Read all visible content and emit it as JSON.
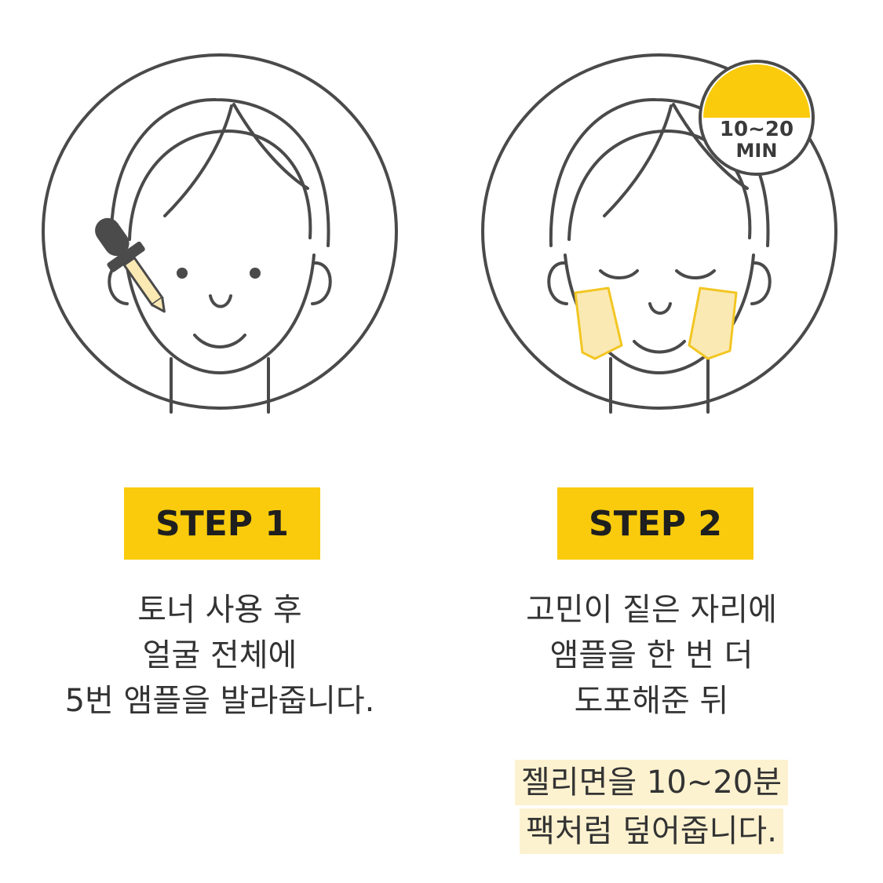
{
  "colors": {
    "accent": "#f9cb0c",
    "highlight": "#fdf2d0",
    "patch_fill": "#fbe9b4",
    "patch_stroke": "#f2c622",
    "line": "#4a4a4a",
    "dropper_dark": "#4b4b4b"
  },
  "step1": {
    "badge": "STEP 1",
    "lines": [
      "토너 사용 후",
      "얼굴 전체에",
      "5번 앰플을 발라줍니다."
    ]
  },
  "step2": {
    "badge": "STEP 2",
    "timer_value": "10~20",
    "timer_unit": "MIN",
    "lines": [
      "고민이 짙은 자리에",
      "앰플을 한 번 더",
      "도포해준 뒤"
    ],
    "highlight_lines": [
      "젤리면을 10~20분",
      "팩처럼 덮어줍니다."
    ]
  },
  "icons": [
    "face-with-dropper-icon",
    "face-with-patches-icon",
    "timer-icon"
  ]
}
